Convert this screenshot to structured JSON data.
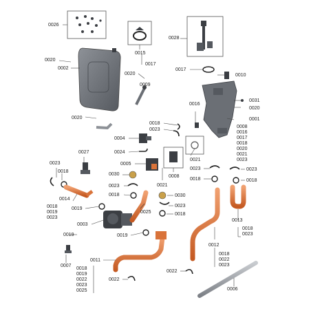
{
  "diagram": {
    "type": "exploded parts diagram",
    "part_colors": {
      "pipe": "#d9733a",
      "housing": "#6b6f75",
      "dark": "#3b3e43",
      "light": "#b9bcc0"
    },
    "labels": {
      "l0026": "0026",
      "l0028": "0028",
      "l0015": "0015",
      "l0017a": "0017",
      "l0020a": "0020",
      "l0002": "0002",
      "l0020b": "0020",
      "l0009": "0009",
      "l0017b": "0017",
      "l0010": "0010",
      "l0016": "0016",
      "l0031": "0031",
      "l0020c": "0020",
      "l0001": "0001",
      "l0020d": "0020",
      "l0018a": "0018",
      "l0023a": "0023",
      "l0004": "0004",
      "l0027": "0027",
      "l0024": "0024",
      "l0021a": "0021",
      "l0005": "0005",
      "l0008": "0008",
      "l0021b": "0021",
      "l0023b": "0023",
      "l0018b": "0018",
      "l0030a": "0030",
      "l0023c": "0023",
      "l0023d": "0023",
      "l0023e": "0023",
      "l0018c": "0018",
      "l0018d": "0018",
      "l0018e": "0018",
      "l0030b": "0030",
      "l0023f": "0023",
      "l0018f": "0018",
      "l0014": "0014",
      "l0025": "0025",
      "l0019a": "0019",
      "l0003": "0003",
      "l0019b": "0019",
      "l0019c": "0019",
      "l0013": "0013",
      "l0012": "0012",
      "l0007": "0007",
      "l0011": "0011",
      "l0022a": "0022",
      "l0022b": "0022",
      "l0006": "0006"
    },
    "stacks": {
      "s0001": [
        "0008",
        "0016",
        "0017",
        "0018",
        "0020",
        "0021",
        "0023"
      ],
      "s0014": [
        "0018",
        "0019",
        "0023"
      ],
      "s0013": [
        "0018",
        "0023"
      ],
      "s0012": [
        "0018",
        "0022",
        "0023"
      ],
      "s0011": [
        "0018",
        "0019",
        "0022",
        "0023",
        "0025"
      ]
    }
  }
}
